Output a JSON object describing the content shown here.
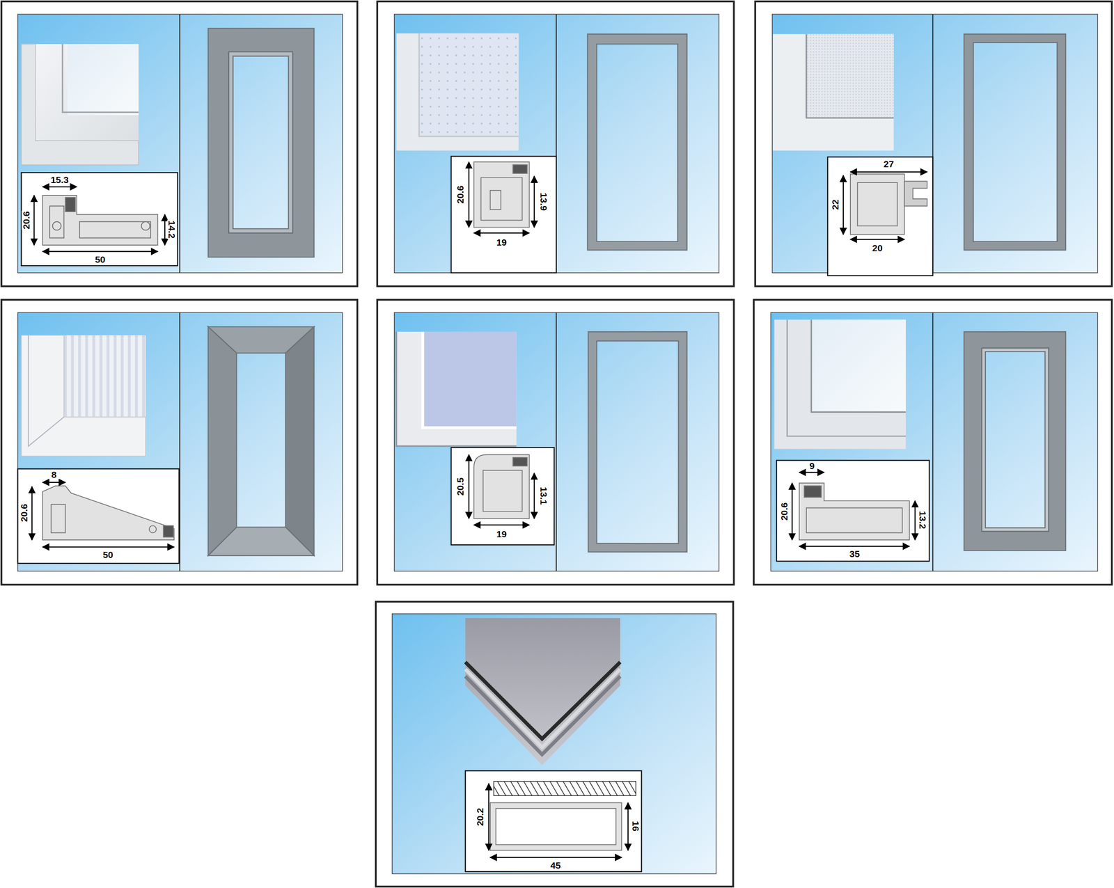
{
  "diagram": {
    "labels": [
      "15.3",
      "20.6",
      "14.2",
      "50",
      "20.6",
      "13.9",
      "19",
      "27",
      "22",
      "20",
      "8",
      "20.6",
      "50",
      "20.5",
      "13.1",
      "19",
      "9",
      "20.6",
      "13.2",
      "35",
      "20.2",
      "16",
      "45"
    ]
  }
}
